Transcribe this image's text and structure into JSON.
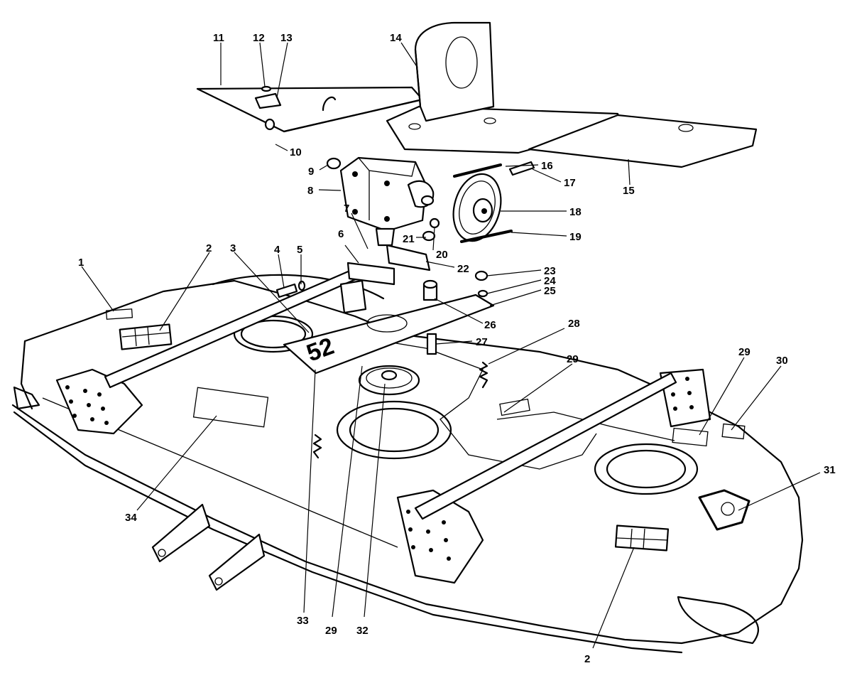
{
  "deck_number": "52",
  "callouts": [
    {
      "id": "c1",
      "text": "1"
    },
    {
      "id": "c2a",
      "text": "2"
    },
    {
      "id": "c3",
      "text": "3"
    },
    {
      "id": "c4",
      "text": "4"
    },
    {
      "id": "c5",
      "text": "5"
    },
    {
      "id": "c6",
      "text": "6"
    },
    {
      "id": "c7",
      "text": "7"
    },
    {
      "id": "c8",
      "text": "8"
    },
    {
      "id": "c9",
      "text": "9"
    },
    {
      "id": "c10",
      "text": "10"
    },
    {
      "id": "c11",
      "text": "11"
    },
    {
      "id": "c12",
      "text": "12"
    },
    {
      "id": "c13",
      "text": "13"
    },
    {
      "id": "c14",
      "text": "14"
    },
    {
      "id": "c15",
      "text": "15"
    },
    {
      "id": "c16",
      "text": "16"
    },
    {
      "id": "c17",
      "text": "17"
    },
    {
      "id": "c18",
      "text": "18"
    },
    {
      "id": "c19",
      "text": "19"
    },
    {
      "id": "c20",
      "text": "20"
    },
    {
      "id": "c21",
      "text": "21"
    },
    {
      "id": "c22",
      "text": "22"
    },
    {
      "id": "c23",
      "text": "23"
    },
    {
      "id": "c24",
      "text": "24"
    },
    {
      "id": "c25",
      "text": "25"
    },
    {
      "id": "c26",
      "text": "26"
    },
    {
      "id": "c27",
      "text": "27"
    },
    {
      "id": "c28",
      "text": "28"
    },
    {
      "id": "c29a",
      "text": "29"
    },
    {
      "id": "c29b",
      "text": "29"
    },
    {
      "id": "c30",
      "text": "30"
    },
    {
      "id": "c31",
      "text": "31"
    },
    {
      "id": "c34",
      "text": "34"
    },
    {
      "id": "c33",
      "text": "33"
    },
    {
      "id": "c29c",
      "text": "29"
    },
    {
      "id": "c32",
      "text": "32"
    },
    {
      "id": "c2b",
      "text": "2"
    }
  ]
}
